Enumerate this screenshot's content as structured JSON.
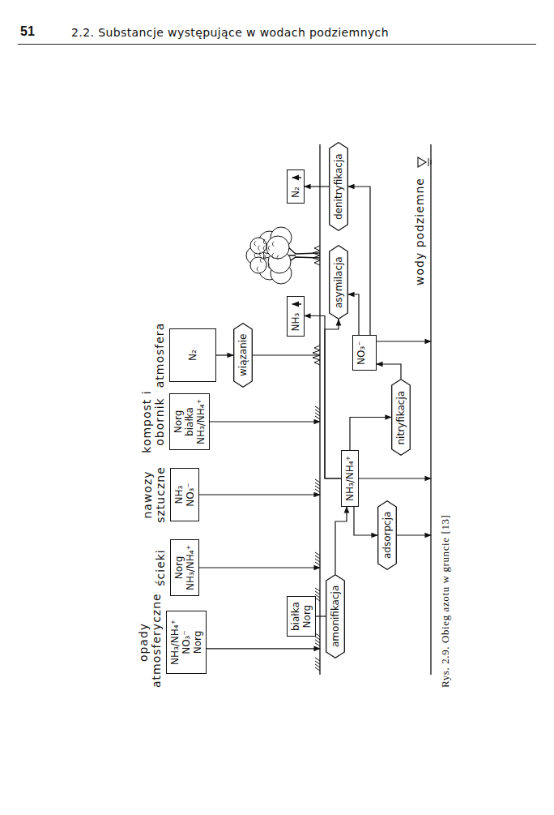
{
  "diagram": {
    "caption": "Rys. 2.9. Obieg azotu w gruncie [13]",
    "nodes": [
      {
        "text": [
          "opady atmosferyczne",
          "NH₃/NH₄⁺",
          "NO₃⁻",
          "Norg"
        ]
      },
      {
        "text": [
          "ścieki",
          "Norg",
          "NH₃/NH₄⁺"
        ]
      },
      {
        "text": [
          "nawozy sztuczne",
          "NH₃",
          "NO₃⁻"
        ]
      },
      {
        "text": [
          "kompost i obornik",
          "Norg",
          "białka",
          "NH₃/NH₄⁺"
        ]
      },
      {
        "text": [
          "atmosfera",
          "N₂"
        ]
      },
      {
        "text": [
          "wiązanie"
        ]
      },
      {
        "text": [
          "białka",
          "Norg"
        ]
      },
      {
        "text": [
          "amonifikacja"
        ]
      },
      {
        "text": [
          "adsorpcja"
        ]
      },
      {
        "text": [
          "NH₃/NH₄⁺"
        ]
      },
      {
        "text": [
          "nitryfikacja"
        ]
      },
      {
        "text": [
          "NO₃⁻"
        ]
      },
      {
        "text": [
          "NH₃"
        ]
      },
      {
        "text": [
          "asymilacja"
        ]
      },
      {
        "text": [
          "N₂"
        ]
      },
      {
        "text": [
          "denitryfikacja"
        ]
      }
    ],
    "edges": [
      {
        "from": 4,
        "to": 5,
        "arrow": "to"
      },
      {
        "from": 6,
        "to": 7,
        "arrow": "none"
      },
      {
        "from": 7,
        "to": 9,
        "arrow": "to"
      },
      {
        "from": 9,
        "to": 8,
        "arrow": "to"
      },
      {
        "from": 9,
        "to": 10,
        "arrow": "to"
      },
      {
        "from": 10,
        "to": 11,
        "arrow": "to"
      },
      {
        "from": 9,
        "to": 13,
        "arrow": "to"
      },
      {
        "from": 9,
        "to": 12,
        "arrow": "to"
      },
      {
        "from": 11,
        "to": 13,
        "arrow": "to"
      },
      {
        "from": 11,
        "to": 15,
        "arrow": "to"
      },
      {
        "from": 15,
        "to": 14,
        "arrow": "to"
      }
    ],
    "labels": [
      "51",
      "2.2. Substancje występujące w wodach podziemnych",
      "wody podziemne"
    ]
  }
}
